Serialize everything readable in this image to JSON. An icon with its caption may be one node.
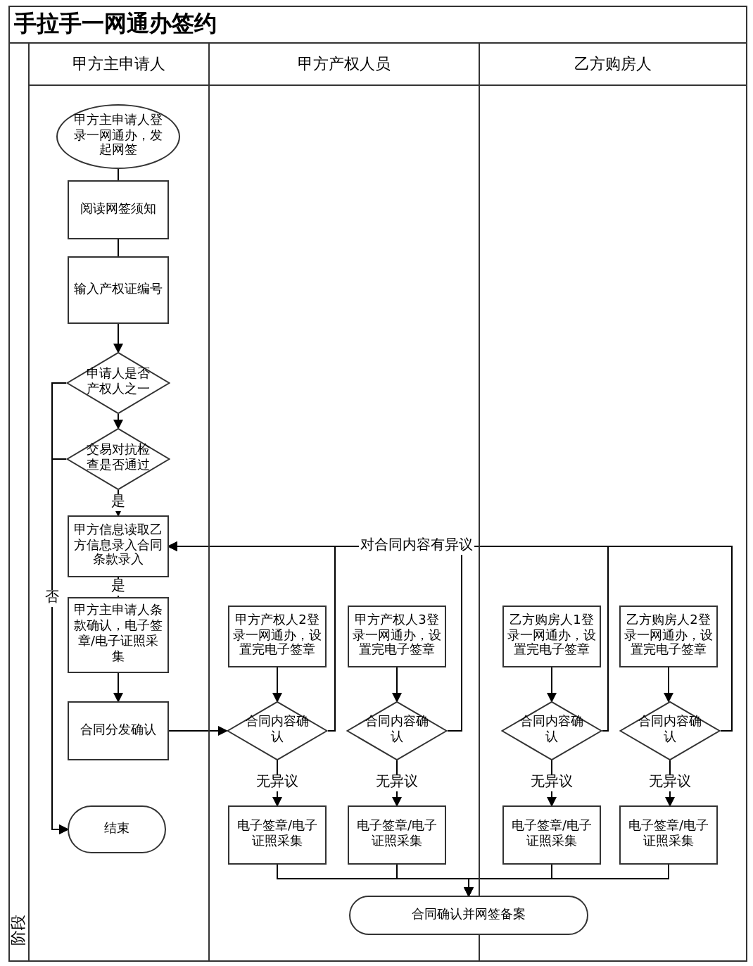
{
  "diagram": {
    "title": "手拉手一网通办签约",
    "nodes": [
      {
        "text": [
          "甲方主申请人"
        ]
      },
      {
        "text": [
          "甲方产权人员"
        ]
      },
      {
        "text": [
          "乙方购房人"
        ]
      },
      {
        "text": [
          "甲方主申请人登录一网通办，发起网签"
        ],
        "in": 0
      },
      {
        "text": [
          "阅读网签须知"
        ],
        "in": 0
      },
      {
        "text": [
          "输入产权证编号"
        ],
        "in": 0
      },
      {
        "text": [
          "申请人是否产权人之一"
        ],
        "in": 0
      },
      {
        "text": [
          "交易对抗检查是否通过"
        ],
        "in": 0
      },
      {
        "text": [
          "甲方信息读取乙方信息录入合同条款录入"
        ],
        "in": 0
      },
      {
        "text": [
          "甲方主申请人条款确认，电子签章/电子证照采集"
        ],
        "in": 0
      },
      {
        "text": [
          "合同分发确认"
        ],
        "in": 0
      },
      {
        "text": [
          "结束"
        ],
        "in": 0
      },
      {
        "text": [
          "甲方产权人2登录一网通办，设置完电子签章"
        ],
        "in": 1
      },
      {
        "text": [
          "甲方产权人3登录一网通办，设置完电子签章"
        ],
        "in": 1
      },
      {
        "text": [
          "乙方购房人1登录一网通办，设置完电子签章"
        ],
        "in": 2
      },
      {
        "text": [
          "乙方购房人2登录一网通办，设置完电子签章"
        ],
        "in": 2
      },
      {
        "text": [
          "合同内容确认"
        ],
        "in": 1
      },
      {
        "text": [
          "合同内容确认"
        ],
        "in": 1
      },
      {
        "text": [
          "合同内容确认"
        ],
        "in": 2
      },
      {
        "text": [
          "合同内容确认"
        ],
        "in": 2
      },
      {
        "text": [
          "电子签章/电子证照采集"
        ],
        "in": 1
      },
      {
        "text": [
          "电子签章/电子证照采集"
        ],
        "in": 1
      },
      {
        "text": [
          "电子签章/电子证照采集"
        ],
        "in": 2
      },
      {
        "text": [
          "电子签章/电子证照采集"
        ],
        "in": 2
      },
      {
        "text": [
          "合同确认并网签备案"
        ]
      }
    ],
    "edges": [
      {
        "from": 3,
        "to": 4,
        "arrow": "none"
      },
      {
        "from": 4,
        "to": 5,
        "arrow": "none"
      },
      {
        "from": 5,
        "to": 6,
        "arrow": "to"
      },
      {
        "from": 6,
        "to": 7,
        "arrow": "to"
      },
      {
        "from": 7,
        "to": 8,
        "arrow": "to",
        "label": "是"
      },
      {
        "from": 8,
        "to": 9,
        "arrow": "none",
        "label": "是"
      },
      {
        "from": 9,
        "to": 10,
        "arrow": "to"
      },
      {
        "from": 10,
        "to": 16,
        "arrow": "to"
      },
      {
        "from": 6,
        "to": 11,
        "arrow": "to",
        "label": "否"
      },
      {
        "from": 7,
        "to": 11,
        "arrow": "to"
      },
      {
        "from": 12,
        "to": 16,
        "arrow": "to"
      },
      {
        "from": 13,
        "to": 17,
        "arrow": "to"
      },
      {
        "from": 14,
        "to": 18,
        "arrow": "to"
      },
      {
        "from": 15,
        "to": 19,
        "arrow": "to"
      },
      {
        "from": 16,
        "to": 8,
        "arrow": "to"
      },
      {
        "from": 17,
        "to": 8,
        "arrow": "to",
        "label": "对合同内容有异议"
      },
      {
        "from": 18,
        "to": 8,
        "arrow": "to"
      },
      {
        "from": 19,
        "to": 8,
        "arrow": "to"
      },
      {
        "from": 16,
        "to": 20,
        "arrow": "to",
        "label": "无异议"
      },
      {
        "from": 17,
        "to": 21,
        "arrow": "to",
        "label": "无异议"
      },
      {
        "from": 18,
        "to": 22,
        "arrow": "to",
        "label": "无异议"
      },
      {
        "from": 19,
        "to": 23,
        "arrow": "to",
        "label": "无异议"
      },
      {
        "from": 20,
        "to": 24,
        "arrow": "to"
      },
      {
        "from": 21,
        "to": 24,
        "arrow": "to"
      },
      {
        "from": 22,
        "to": 24,
        "arrow": "to"
      },
      {
        "from": 23,
        "to": 24,
        "arrow": "to"
      }
    ],
    "labels": [
      "阶段"
    ]
  }
}
